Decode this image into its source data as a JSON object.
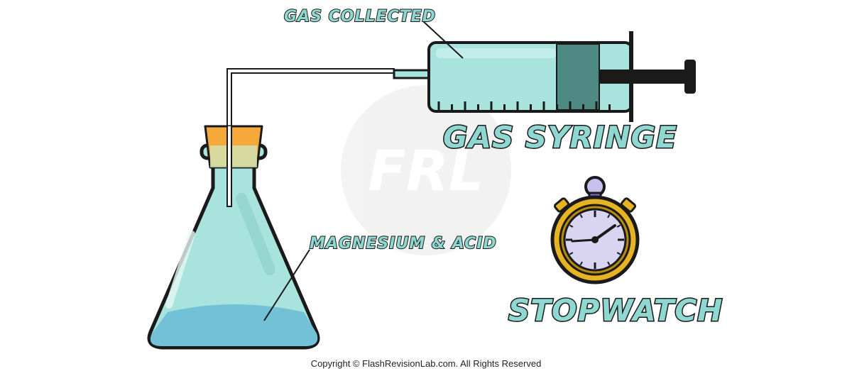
{
  "labels": {
    "gas_collected": "GAS COLLECTED",
    "gas_syringe": "GAS SYRINGE",
    "magnesium_acid": "MAGNESIUM & ACID",
    "stopwatch": "STOPWATCH"
  },
  "footer": {
    "copyright": "Copyright © FlashRevisionLab.com. All Rights Reserved"
  },
  "watermark": {
    "text": "FRL"
  },
  "colors": {
    "label_fill": "#8fd8d2",
    "outline": "#1a1a1a",
    "glass": "#a9e3de",
    "liquid": "#72c1d6",
    "cork": "#f4a93a",
    "plunger": "#4e8a83",
    "watch_gold": "#e6b422",
    "watch_face": "#d9d4f2"
  }
}
